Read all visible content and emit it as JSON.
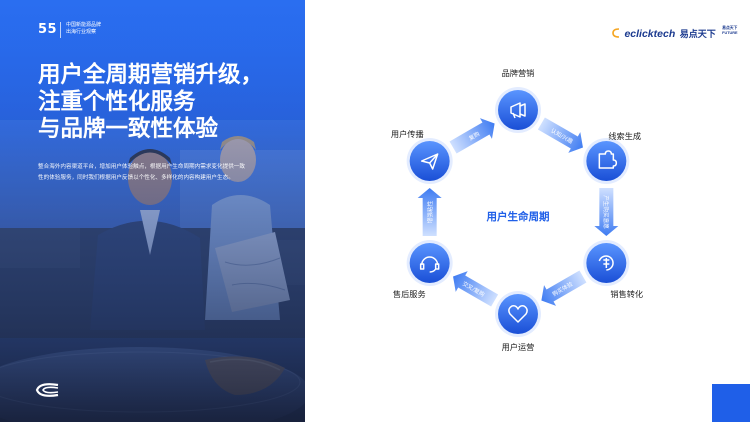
{
  "page_number": "55",
  "report_name": [
    "中国新能源品牌",
    "出海行业观察"
  ],
  "title_lines": [
    "用户全周期营销升级，",
    "注重个性化服务",
    "与品牌一致性体验"
  ],
  "description": "整合海外内容渠道平台，增加用户体验触点，根据用户生命周期内需求变化提供一致性的体验服务，同时我们根据用户反馈以个性化、多样化的内容构建用户生态。",
  "brand": {
    "word": "eclicktech",
    "cn": "易点天下",
    "tag": [
      "易点天下",
      "FUTURE"
    ]
  },
  "colors": {
    "primary": "#1f5fe8",
    "node_gradient_top": "#5a95ff",
    "node_gradient_bottom": "#1a4fd6",
    "arrow_light": "#bcd4ff",
    "center_text": "#1f5fe8"
  },
  "diagram": {
    "center_label": "用户生命周期",
    "nodes": [
      {
        "label": "品牌营销",
        "icon": "megaphone-icon"
      },
      {
        "label": "线索生成",
        "icon": "puzzle-icon"
      },
      {
        "label": "销售转化",
        "icon": "money-exchange-icon"
      },
      {
        "label": "用户运营",
        "icon": "heart-handshake-icon"
      },
      {
        "label": "售后服务",
        "icon": "headset-icon"
      },
      {
        "label": "用户传播",
        "icon": "paper-plane-icon"
      }
    ],
    "arrows": [
      "认知/兴趣",
      "产生购买意愿",
      "购买体验",
      "交叉/复购",
      "增强粘性",
      "复购"
    ]
  }
}
